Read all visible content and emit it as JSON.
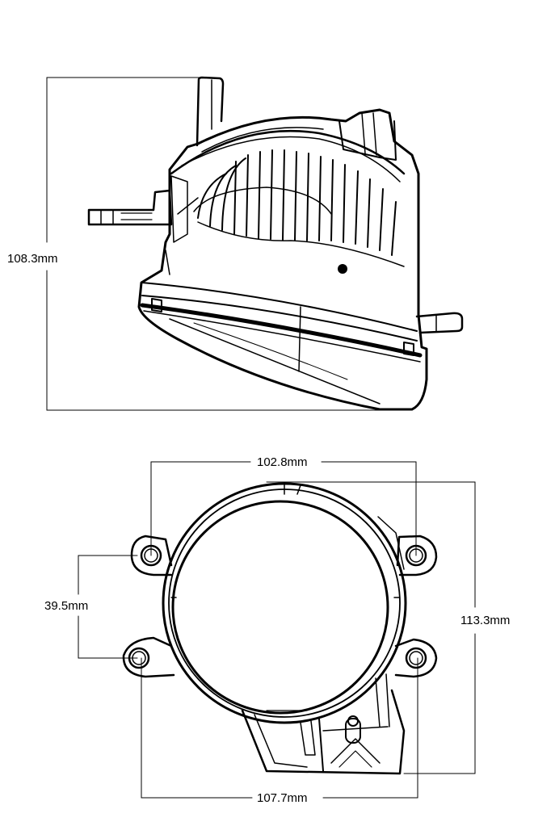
{
  "dimensions": {
    "side_height": "108.3mm",
    "top_mount_width": "102.8mm",
    "mount_spacing_vertical": "39.5mm",
    "front_height": "113.3mm",
    "bottom_mount_width": "107.7mm"
  },
  "colors": {
    "line": "#000000",
    "background": "#ffffff"
  }
}
